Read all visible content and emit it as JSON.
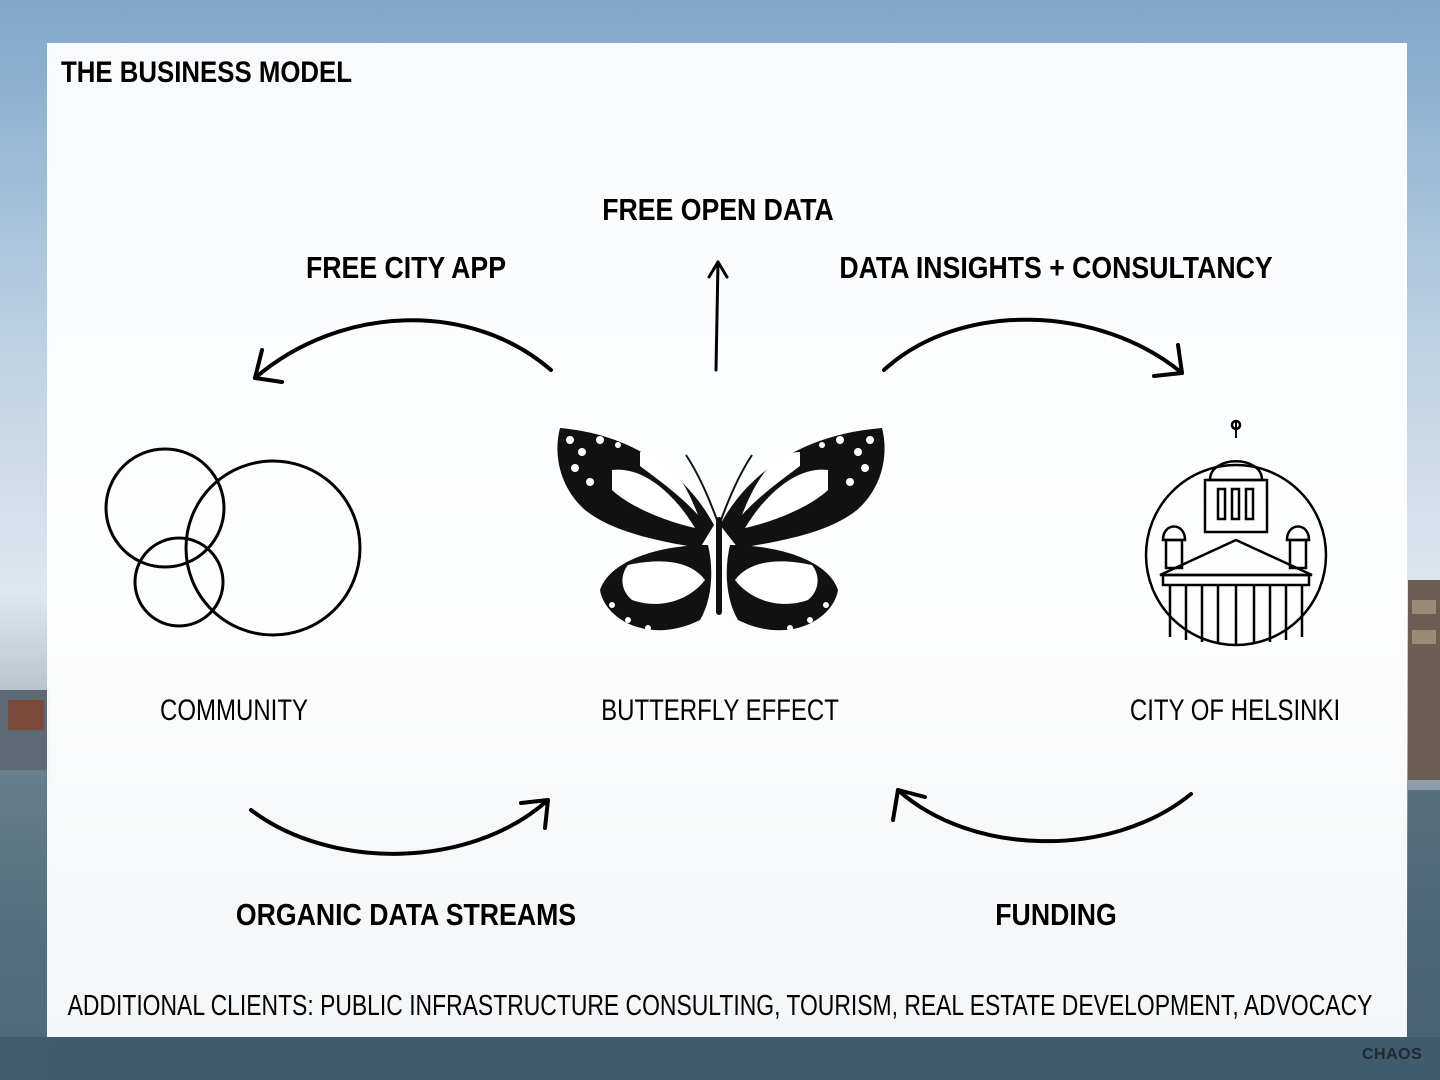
{
  "title": "THE BUSINESS MODEL",
  "nodes": {
    "community": "COMMUNITY",
    "butterfly": "BUTTERFLY EFFECT",
    "city": "CITY OF HELSINKI"
  },
  "flows": {
    "free_open_data": "FREE OPEN DATA",
    "free_city_app": "FREE CITY APP",
    "data_insights": "DATA INSIGHTS + CONSULTANCY",
    "organic_data": "ORGANIC DATA STREAMS",
    "funding": "FUNDING"
  },
  "footer": "ADDITIONAL CLIENTS: PUBLIC INFRASTRUCTURE CONSULTING, TOURISM, REAL ESTATE DEVELOPMENT, ADVOCACY",
  "logo": "CHAOS",
  "colors": {
    "ink": "#000000",
    "panel": "#ffffff",
    "sky": "#9fbbd6",
    "water": "#4e6a7e"
  }
}
